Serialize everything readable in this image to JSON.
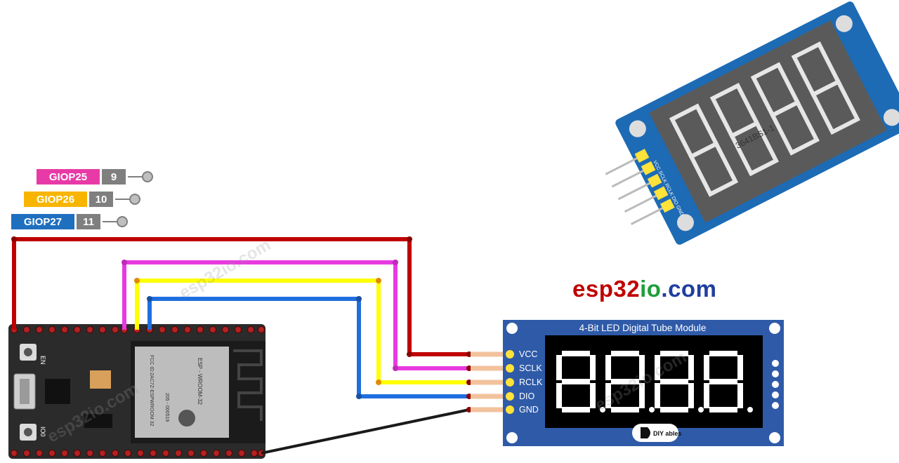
{
  "pin_labels": [
    {
      "gpio": "GIOP25",
      "num": "9",
      "color": "#e83aa6"
    },
    {
      "gpio": "GIOP26",
      "num": "10",
      "color": "#f7b500"
    },
    {
      "gpio": "GIOP27",
      "num": "11",
      "color": "#1f6fbf"
    }
  ],
  "brand": {
    "part1": "esp32",
    "part2": "io",
    "part3": ".com"
  },
  "module": {
    "title": "4-Bit LED Digital Tube Module",
    "pins": [
      "VCC",
      "SCLK",
      "RCLK",
      "DIO",
      "GND"
    ],
    "logo": "DIY ables"
  },
  "esp32": {
    "label_en": "EN",
    "label_io0": "IO0",
    "wroom_text": "ESP - WROOM-32",
    "fcc_text": "FCC ID:2AC7Z-ESPWROOM 32",
    "code_text": "205 - 000519"
  },
  "photo_module": {
    "chip_text": "3641BS1-1",
    "pins_text": "VCC SCLK RCLK DIO GND"
  },
  "watermark": "esp32io.com",
  "wire_colors": {
    "vcc": "#c00000",
    "sclk": "#e83ae0",
    "rclk": "#ffff00",
    "dio": "#1f6fdf",
    "gnd": "#1a1a1a"
  }
}
